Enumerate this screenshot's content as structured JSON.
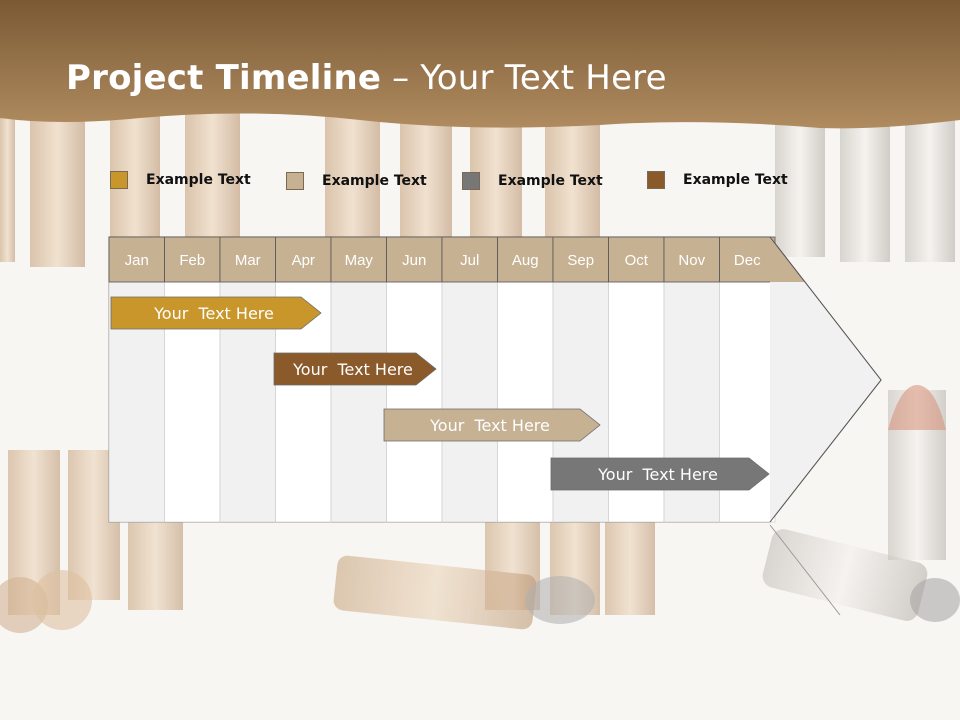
{
  "title": {
    "bold": "Project Timeline",
    "rest": " – Your Text Here"
  },
  "legend": [
    {
      "label": "Example Text",
      "color": "#c8962a"
    },
    {
      "label": "Example Text",
      "color": "#c6b193"
    },
    {
      "label": "Example Text",
      "color": "#777777"
    },
    {
      "label": "Example Text",
      "color": "#8b5a2b"
    }
  ],
  "months": [
    "Jan",
    "Feb",
    "Mar",
    "Apr",
    "May",
    "Jun",
    "Jul",
    "Aug",
    "Sep",
    "Oct",
    "Nov",
    "Dec"
  ],
  "tasks": [
    {
      "label": "Your  Text Here",
      "start_month": "Jan",
      "end_month": "Apr",
      "color": "#c8962a"
    },
    {
      "label": "Your  Text Here",
      "start_month": "Apr",
      "end_month": "Jun",
      "color": "#8b5a2b"
    },
    {
      "label": "Your  Text Here",
      "start_month": "Jun",
      "end_month": "Sep",
      "color": "#c6b193"
    },
    {
      "label": "Your  Text Here",
      "start_month": "Sep",
      "end_month": "Dec",
      "color": "#777777"
    }
  ],
  "colors": {
    "header_band": "#a07f55",
    "month_header": "#c6b193",
    "grid_alt": "#f1f1f1",
    "grid": "#ffffff"
  }
}
